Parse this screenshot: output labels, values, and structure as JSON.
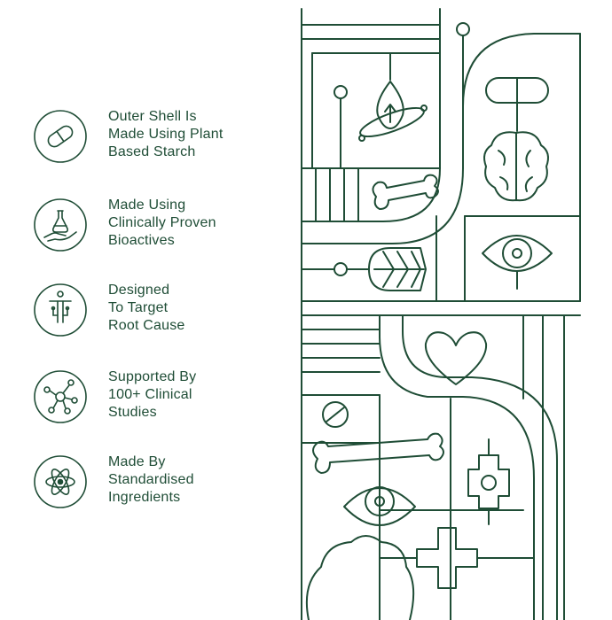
{
  "features": [
    {
      "icon": "capsule-icon",
      "label": "Outer Shell Is\nMade Using Plant\nBased Starch"
    },
    {
      "icon": "hand-flask-icon",
      "label": "Made Using\nClinically Proven\nBioactives"
    },
    {
      "icon": "human-target-icon",
      "label": "Designed\nTo Target\nRoot Cause"
    },
    {
      "icon": "molecule-network-icon",
      "label": "Supported By\n100+ Clinical\nStudies"
    },
    {
      "icon": "atom-icon",
      "label": "Made By\nStandardised\nIngredients"
    }
  ],
  "colors": {
    "ink": "#1f4d36",
    "background": "#ffffff"
  }
}
